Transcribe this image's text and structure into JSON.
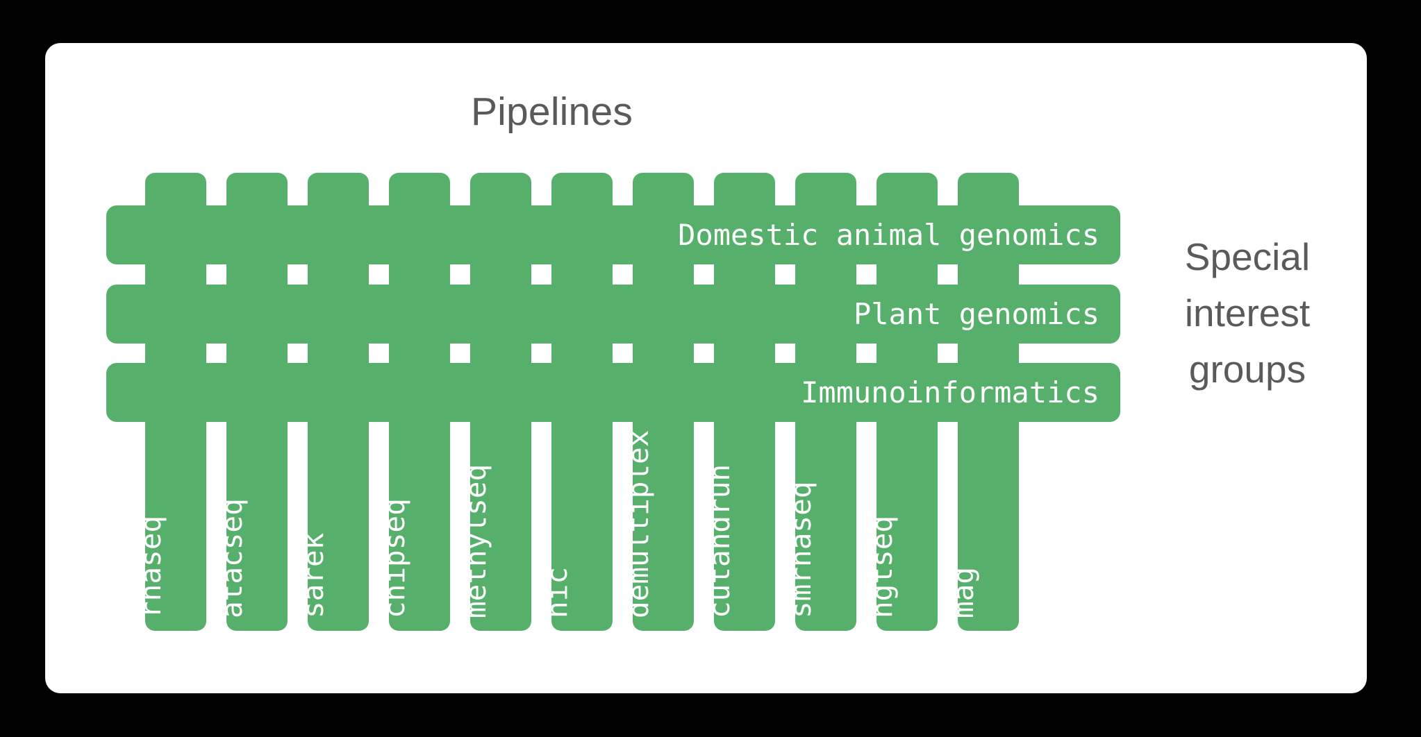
{
  "card": {
    "background_color": "#ffffff",
    "page_background_color": "#000000"
  },
  "theme": {
    "bar_color": "#56af6b",
    "bar_text_color": "#ffffff",
    "heading_text_color": "#5a5a5a"
  },
  "headings": {
    "pipelines_title": "Pipelines",
    "special_interest_groups_caption_lines": [
      "Special",
      "interest",
      "groups"
    ]
  },
  "pipelines": [
    {
      "label": "rnaseq"
    },
    {
      "label": "atacseq"
    },
    {
      "label": "sarek"
    },
    {
      "label": "chipseq"
    },
    {
      "label": "methylseq"
    },
    {
      "label": "hic"
    },
    {
      "label": "demultiplex"
    },
    {
      "label": "cutandrun"
    },
    {
      "label": "smrnaseq"
    },
    {
      "label": "hgtseq"
    },
    {
      "label": "mag"
    }
  ],
  "special_interest_groups": [
    {
      "label": "Domestic animal genomics"
    },
    {
      "label": "Plant genomics"
    },
    {
      "label": "Immunoinformatics"
    }
  ]
}
